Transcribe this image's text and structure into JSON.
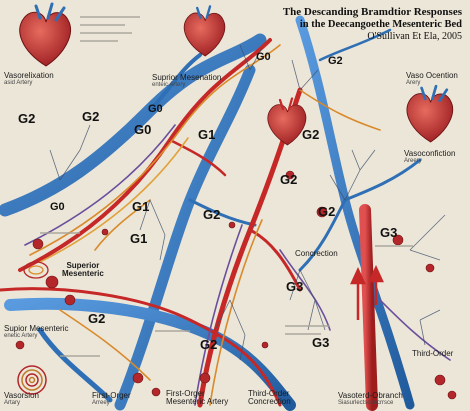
{
  "title": {
    "line1": "The Descanding Bramdtior Responses",
    "line2": "in the Deecangoethe Mesenteric Bed",
    "line3": "O'Sullivan Et Ela, 2005"
  },
  "labels": {
    "vasorelaxation": "Vasorelixation",
    "vasorelaxation_sub": "asid Artery",
    "superior_mesenteric_top": "Suprior Mesenation",
    "superior_mesenteric_top_sub": "enteic Artery",
    "vaso_occlusion": "Vaso Ocention",
    "vaso_occlusion_sub": "Arery",
    "vasoconstriction": "Vasoconfiction",
    "vasoconstriction_sub": "Areery",
    "superior_mesenteric_mid": "Superior",
    "superior_mesenteric_mid2": "Mesenteric",
    "superior_mesenteric_bottom": "Supior Mesenteric",
    "superior_mesenteric_bottom_sub": "enetic Artery",
    "concretion": "Concrection",
    "vasorestion": "Vasorsion",
    "vasorestion_sub": "Artary",
    "first_order": "First-Orger",
    "first_order_sub": "Arreey",
    "first_order_mesenteric": "First-Orger",
    "first_order_mesenteric_sub": "Mesenteric Artery",
    "third_order_concretion": "Third-Order",
    "third_order_concretion_sub": "Concrection",
    "vascular_branch": "Vasoterd-Obranch",
    "vascular_branch_sub": "Siasurlectsconcrrsce",
    "third_order_right": "Third-Order"
  },
  "generation_labels": [
    {
      "id": "g0-top",
      "text": "G0"
    },
    {
      "id": "g2-left",
      "text": "G2"
    },
    {
      "id": "g2-upper",
      "text": "G2"
    },
    {
      "id": "g0-mid",
      "text": "G0"
    },
    {
      "id": "g0-mid2",
      "text": "G0"
    },
    {
      "id": "g1-upper",
      "text": "G1"
    },
    {
      "id": "g2-center",
      "text": "G2"
    },
    {
      "id": "g2-top-right",
      "text": "G2"
    },
    {
      "id": "g2-center-right",
      "text": "G2"
    },
    {
      "id": "g2-right",
      "text": "G2"
    },
    {
      "id": "g0-left-mid",
      "text": "G0"
    },
    {
      "id": "g1-mid",
      "text": "G1"
    },
    {
      "id": "g2-mid",
      "text": "G2"
    },
    {
      "id": "g1-low",
      "text": "G1"
    },
    {
      "id": "g3-right",
      "text": "G3"
    },
    {
      "id": "g3-center",
      "text": "G3"
    },
    {
      "id": "g3-lower",
      "text": "G3"
    },
    {
      "id": "g2-low-left",
      "text": "G2"
    },
    {
      "id": "g2-low-center",
      "text": "G2"
    }
  ],
  "colors": {
    "background": "#ece6d8",
    "artery_red": "#c62828",
    "vein_blue": "#2e6fb5",
    "vessel_orange": "#d98a2b",
    "vessel_purple": "#6b4f9c",
    "heart_red": "#b3262a"
  }
}
